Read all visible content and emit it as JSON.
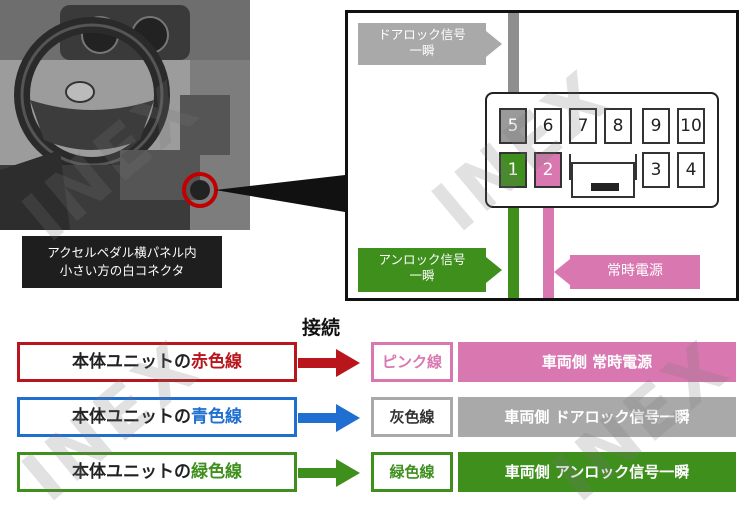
{
  "photo": {
    "caption_line1": "アクセルペダル横パネル内",
    "caption_line2": "小さい方の白コネクタ"
  },
  "diagram": {
    "tag_door_line1": "ドアロック信号",
    "tag_door_line2": "一瞬",
    "tag_unlock_line1": "アンロック信号",
    "tag_unlock_line2": "一瞬",
    "tag_constant": "常時電源",
    "pins_top": [
      "5",
      "6",
      "7",
      "8",
      "9",
      "10"
    ],
    "pins_bottom_left": [
      "1",
      "2"
    ],
    "pins_bottom_right": [
      "3",
      "4"
    ]
  },
  "connections": {
    "label": "接続",
    "rows": [
      {
        "unit_prefix": "本体ユニットの",
        "unit_color_word": "赤色線",
        "car_wire": "ピンク線",
        "car_desc": "車両側 常時電源"
      },
      {
        "unit_prefix": "本体ユニットの",
        "unit_color_word": "青色線",
        "car_wire": "灰色線",
        "car_desc": "車両側 ドアロック信号一瞬"
      },
      {
        "unit_prefix": "本体ユニットの",
        "unit_color_word": "緑色線",
        "car_wire": "緑色線",
        "car_desc": "車両側 アンロック信号一瞬"
      }
    ]
  },
  "watermark": "INEX",
  "colors": {
    "red": "#b8161c",
    "blue": "#1f6fd1",
    "green": "#3f8f1d",
    "pink": "#d978b0",
    "gray": "#a9a9a9"
  }
}
